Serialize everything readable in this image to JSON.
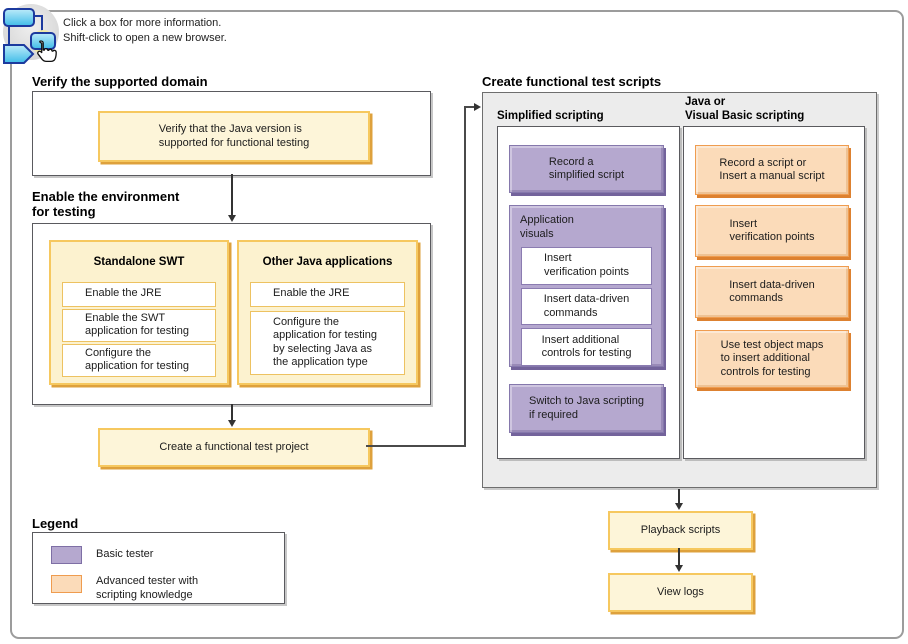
{
  "note": "Click a box for more information.\nShift-click to open a new browser.",
  "sections": {
    "verify": {
      "heading": "Verify the supported domain",
      "box": "Verify that the Java version is\nsupported for functional testing"
    },
    "enable": {
      "heading": "Enable the environment\nfor testing",
      "standalone": {
        "title": "Standalone SWT",
        "items": [
          "Enable the JRE",
          "Enable the SWT\napplication for testing",
          "Configure the\napplication for testing"
        ]
      },
      "other_java": {
        "title": "Other Java applications",
        "items": [
          "Enable the JRE",
          "Configure the\napplication for testing\nby selecting Java as\nthe application type"
        ]
      }
    },
    "create_project": {
      "label": "Create a functional test project"
    },
    "scripts": {
      "heading": "Create functional test scripts",
      "simplified": {
        "title": "Simplified scripting",
        "record": "Record a\nsimplified script",
        "app_visuals_title": "Application\nvisuals",
        "app_items": [
          "Insert\nverification points",
          "Insert data-driven\ncommands",
          "Insert additional\ncontrols for testing"
        ],
        "switch": "Switch to Java scripting\nif required"
      },
      "java_vb": {
        "title": "Java or\nVisual Basic scripting",
        "items": [
          "Record a script or\nInsert a manual script",
          "Insert\nverification points",
          "Insert data-driven\ncommands",
          "Use test object maps\nto insert additional\ncontrols for testing"
        ]
      }
    },
    "playback": {
      "label": "Playback scripts"
    },
    "view_logs": {
      "label": "View logs"
    },
    "legend": {
      "heading": "Legend",
      "items": [
        {
          "swatch": "purple-swatch",
          "label": "Basic tester"
        },
        {
          "swatch": "orange-swatch",
          "label": "Advanced tester with\nscripting knowledge"
        }
      ]
    }
  },
  "colors": {
    "yellow_fill": "#FDF5D9",
    "yellow_border": "#F6C85F",
    "yellow_shadow": "#DEA13C",
    "purple_fill": "#B5A8CF",
    "purple_border": "#8578AC",
    "purple_shadow": "#73639B",
    "orange_fill": "#FBDBB9",
    "orange_border": "#EF9C4F",
    "orange_shadow": "#DD8130",
    "gray_panel": "#ECECEC",
    "icon_cyan": "#4FC3EA",
    "icon_navy": "#1C3A9E"
  }
}
